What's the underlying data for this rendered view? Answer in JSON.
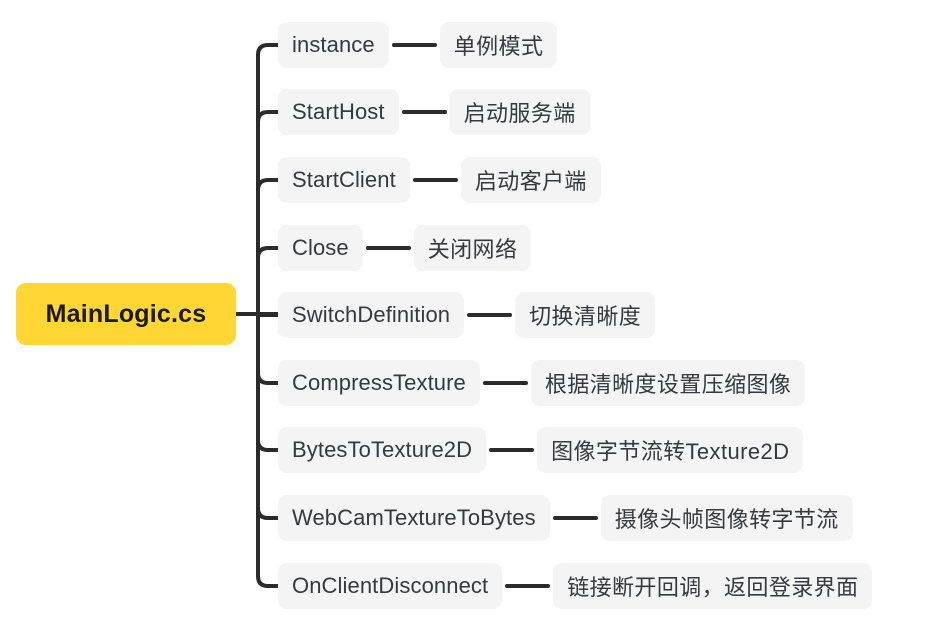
{
  "diagram": {
    "type": "mind-map",
    "title": "MainLogic.cs",
    "background_color": "#ffffff",
    "root": {
      "label": "MainLogic.cs",
      "fill_color": "#FFD633",
      "text_color": "#1b1b1b"
    },
    "style": {
      "pill_color": "#F4F4F4",
      "pill_text_color": "#36393d",
      "connector_color": "#2b2b2b"
    },
    "branches": [
      {
        "method": "instance",
        "description": "单例模式"
      },
      {
        "method": "StartHost",
        "description": "启动服务端"
      },
      {
        "method": "StartClient",
        "description": "启动客户端"
      },
      {
        "method": "Close",
        "description": "关闭网络"
      },
      {
        "method": "SwitchDefinition",
        "description": "切换清晰度"
      },
      {
        "method": "CompressTexture",
        "description": "根据清晰度设置压缩图像"
      },
      {
        "method": "BytesToTexture2D",
        "description": "图像字节流转Texture2D"
      },
      {
        "method": "WebCamTextureToBytes",
        "description": "摄像头帧图像转字节流"
      },
      {
        "method": "OnClientDisconnect",
        "description": "链接断开回调，返回登录界面"
      }
    ]
  }
}
